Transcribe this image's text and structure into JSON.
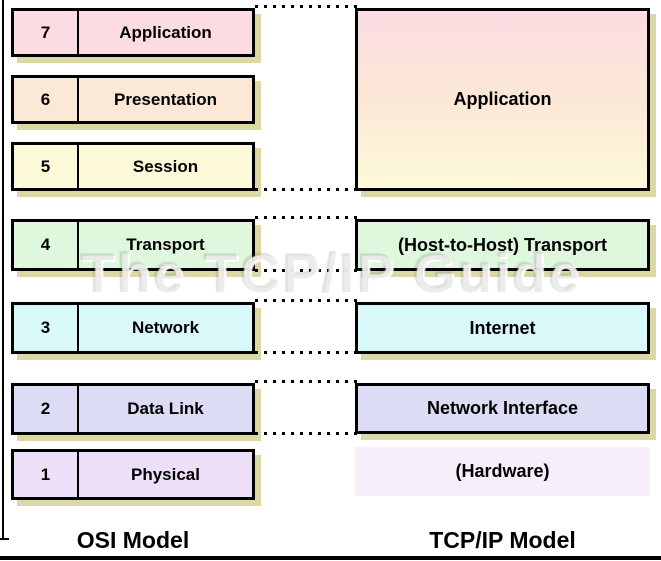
{
  "watermark": {
    "text": "The TCP/IP Guide",
    "color": "#e8e6e4"
  },
  "colors": {
    "page_background": "#ffffff",
    "box_border": "#000000",
    "box_shadow": "#dbd8a6",
    "dotted_line": "#000000",
    "text": "#000000"
  },
  "osi": {
    "title": "OSI Model",
    "layers": [
      {
        "num": "7",
        "label": "Application",
        "bg": "#fbdce2"
      },
      {
        "num": "6",
        "label": "Presentation",
        "bg": "#fbe8d6"
      },
      {
        "num": "5",
        "label": "Session",
        "bg": "#fcfad9"
      },
      {
        "num": "4",
        "label": "Transport",
        "bg": "#dff7dd"
      },
      {
        "num": "3",
        "label": "Network",
        "bg": "#d9f8fa"
      },
      {
        "num": "2",
        "label": "Data Link",
        "bg": "#dcddf5"
      },
      {
        "num": "1",
        "label": "Physical",
        "bg": "#eddff7"
      }
    ]
  },
  "tcpip": {
    "title": "TCP/IP Model",
    "layers": [
      {
        "label": "Application",
        "bg": "linear-gradient(to bottom, #fbdce2 0%, #fbe8d6 52%, #fcfad9 100%)"
      },
      {
        "label": "(Host-to-Host) Transport",
        "bg": "#dff7dd"
      },
      {
        "label": "Internet",
        "bg": "#d9f8fa"
      },
      {
        "label": "Network Interface",
        "bg": "#dcddf5"
      },
      {
        "label": "(Hardware)",
        "bg": "#f6effa"
      }
    ]
  }
}
